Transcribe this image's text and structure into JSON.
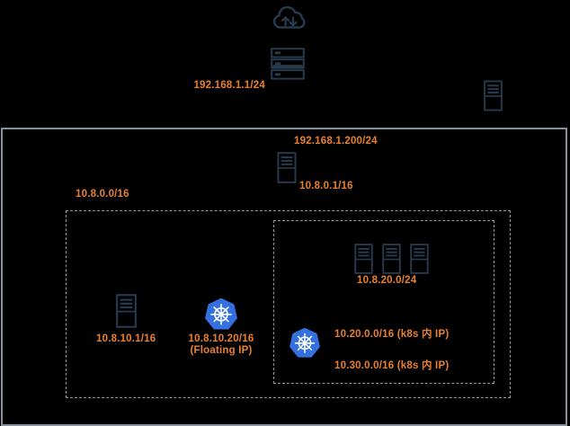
{
  "diagram_type": "network-topology",
  "colors": {
    "background": "#000000",
    "icon_stroke": "#283A4D",
    "label_orange": "#E8802C",
    "solid_border": "#87909E",
    "dashed_border": "#8B98A6",
    "kubernetes_blue": "#3370E0"
  },
  "labels": {
    "router_wan_ip": "192.168.1.1/24",
    "lan_gateway_ip": "192.168.1.200/24",
    "lan_gateway_inner_ip": "10.8.0.1/16",
    "lan_subnet": "10.8.0.0/16",
    "node_ip": "10.8.10.1/16",
    "floating_ip": "10.8.10.20/16",
    "floating_ip_note": "(Floating IP)",
    "k8s_nodes_subnet": "10.8.20.0/24",
    "k8s_pod_network": "10.20.0.0/16 (k8s 内 IP)",
    "k8s_service_network": "10.30.0.0/16 (k8s 内 IP)"
  },
  "icons": {
    "internet": "cloud-with-up-down-arrows",
    "router": "stacked-switch",
    "host": "tower-server",
    "kubernetes": "k8s-helm-wheel"
  }
}
